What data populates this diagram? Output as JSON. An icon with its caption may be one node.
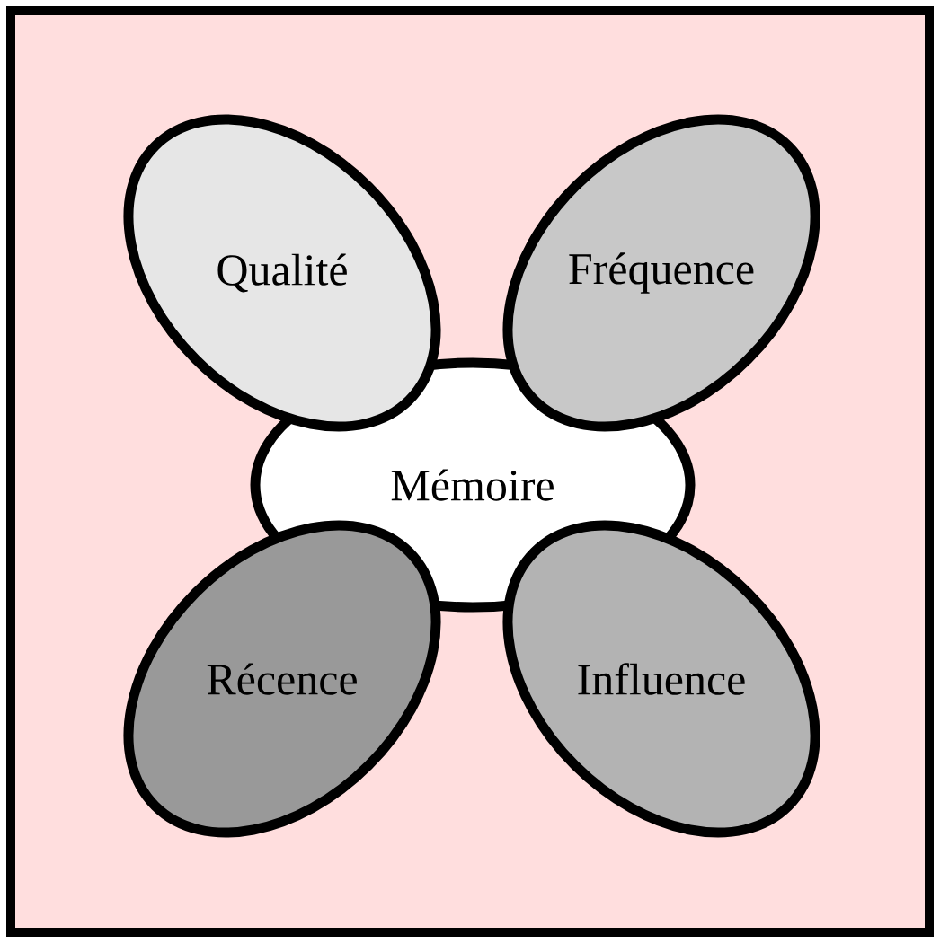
{
  "diagram": {
    "nodes": [
      {
        "text": [
          "Qualité"
        ]
      },
      {
        "text": [
          "Fréquence"
        ]
      },
      {
        "text": [
          "Mémoire"
        ]
      },
      {
        "text": [
          "Récence"
        ]
      },
      {
        "text": [
          "Influence"
        ]
      }
    ]
  }
}
